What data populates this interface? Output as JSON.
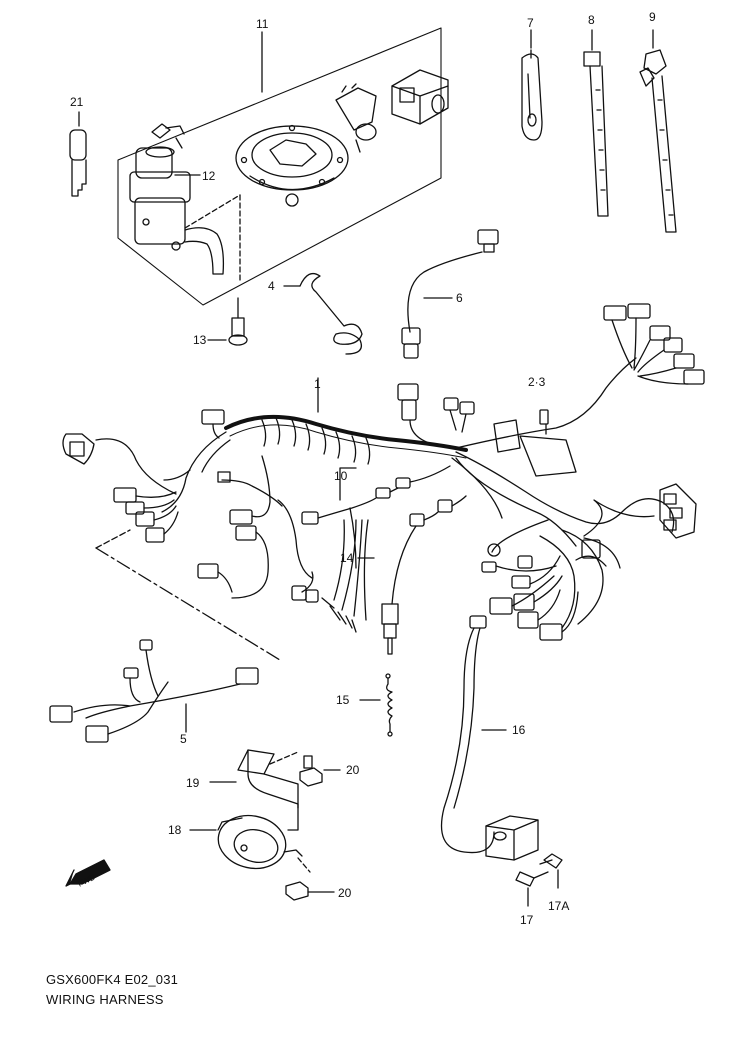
{
  "diagram": {
    "code": "GSX600FK4 E02_031",
    "title": "WIRING HARNESS",
    "fwd_label": "FWD",
    "callouts": {
      "c1": "1",
      "c23": "2·3",
      "c4": "4",
      "c5": "5",
      "c6": "6",
      "c7": "7",
      "c8": "8",
      "c9": "9",
      "c10": "10",
      "c11": "11",
      "c12": "12",
      "c13": "13",
      "c14": "14",
      "c15": "15",
      "c16": "16",
      "c17": "17",
      "c17a": "17A",
      "c18": "18",
      "c19": "19",
      "c20a": "20",
      "c20b": "20",
      "c21": "21"
    }
  }
}
